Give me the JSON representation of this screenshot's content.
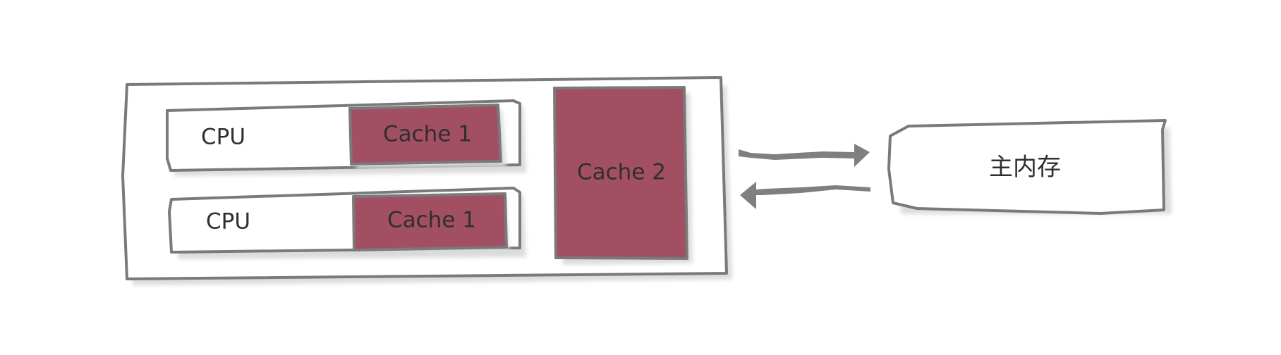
{
  "diagram": {
    "cpus": [
      {
        "label": "CPU",
        "cache_label": "Cache 1"
      },
      {
        "label": "CPU",
        "cache_label": "Cache 1"
      }
    ],
    "shared_cache_label": "Cache 2",
    "main_memory_label": "主内存"
  },
  "colors": {
    "cache_fill": "#a24f63",
    "outline": "#7a7a7a",
    "shadow": "#d9d9d9",
    "arrow": "#7f7f7f",
    "text": "#2f2f2f"
  }
}
